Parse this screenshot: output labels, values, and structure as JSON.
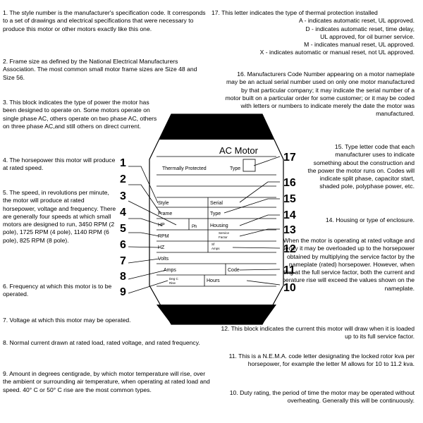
{
  "notes_left": [
    {
      "id": "1",
      "text": "1. The style number is the manufacturer's specification code. It corresponds to a set of drawings and electrical specifications that were necessary to produce this motor or other motors exactly like this one."
    },
    {
      "id": "2",
      "text": "2. Frame size as defined by the National Electrical Manufacturers Association. The most common small motor frame sizes are Size 48 and Size 56."
    },
    {
      "id": "3",
      "text": "3. This block indicates the type of power the motor has been designed to operate on. Some motors operate on single phase AC, others operate on two phase AC, others on three phase AC,and still others on direct current."
    },
    {
      "id": "4",
      "text": "4. The horsepower this motor will produce at rated speed."
    },
    {
      "id": "5",
      "text": "5. The speed, in revolutions per minute, the motor will produce at rated horsepower, voltage and frequency. There are generally four speeds at which small motors are designed to run, 3450 RPM (2 pole), 1725 RPM (4 pole), 1140 RPM (6 pole), 825 RPM (8 pole)."
    },
    {
      "id": "6",
      "text": "6. Frequency at which this motor is to be operated."
    },
    {
      "id": "7",
      "text": "7. Voltage at which this motor may be operated."
    },
    {
      "id": "8",
      "text": "8. Normal current drawn at rated load, rated voltage, and rated frequency."
    },
    {
      "id": "9",
      "text": "9. Amount in degrees centigrade, by which motor temperature will rise, over the ambient or surrounding air temperature, when operating at rated load and speed. 40° C or 50° C rise are the most common types."
    }
  ],
  "notes_right": [
    {
      "id": "17",
      "lines": [
        "17. This letter indicates the type of thermal protection installed",
        "A - indicates automatic reset, UL approved.",
        "D - indicates automatic reset, time delay,",
        "UL approved, for oil burner service.",
        "M - indicates manual reset, UL approved.",
        "X - indicates automatic or manual reset, not UL approved."
      ]
    },
    {
      "id": "16",
      "text": "16. Manufacturers Code Number appearing on a motor nameplate may be an actual serial number used on only one motor manufactured by that particular company; it may indicate the serial number of a motor built on a particular order for some customer; or it may be coded with letters or numbers to indicate merely the date the motor was manufactured."
    },
    {
      "id": "15",
      "text": "15. Type letter code that each manufacturer uses to indicate something about the construction and the power the motor runs on. Codes will indicate split phase, capacitor start, shaded pole, polyphase power, etc."
    },
    {
      "id": "14",
      "text": "14. Housing or type of enclosure."
    },
    {
      "id": "13",
      "text": "13. When the motor is operating at rated voltage and frequency it may be overloaded up to the horsepower obtained by multiplying the service factor by the nameplate (rated) horsepower. However, when operating at the full service factor, both the current and temperature rise will exceed the values shown on the nameplate."
    },
    {
      "id": "12",
      "text": "12. This block indicates the current this motor will draw when it is loaded up to its full service factor."
    },
    {
      "id": "11",
      "text": "11. This is a N.E.M.A. code letter designating the locked rotor kva per horsepower, for example the letter M allows for 10 to 11.2 kva."
    },
    {
      "id": "10",
      "text": "10. Duty rating, the period of time the motor may be operated without overheating. Generally this will be continuously."
    }
  ],
  "nameplate": {
    "title": "AC Motor",
    "thermal": "Thermally Protected",
    "type_label": "Type",
    "style": "Style",
    "serial": "Serial",
    "frame": "Frame",
    "type2": "Type",
    "hp": "HP",
    "ph": "Ph",
    "housing": "Housing",
    "rpm": "RPM",
    "service_factor": [
      "Service",
      "Factor"
    ],
    "hz": "HZ",
    "sf_amps": [
      "Sf",
      "Amps"
    ],
    "volts": "Volts",
    "amps": "Amps",
    "code": "Code",
    "deg_rise": [
      "Deg C",
      "Rise"
    ],
    "hours": "Hours"
  },
  "callout_numbers_left": [
    "1",
    "2",
    "3",
    "4",
    "5",
    "6",
    "7",
    "8",
    "9"
  ],
  "callout_numbers_right": [
    "17",
    "16",
    "15",
    "14",
    "13",
    "12",
    "11",
    "10"
  ]
}
